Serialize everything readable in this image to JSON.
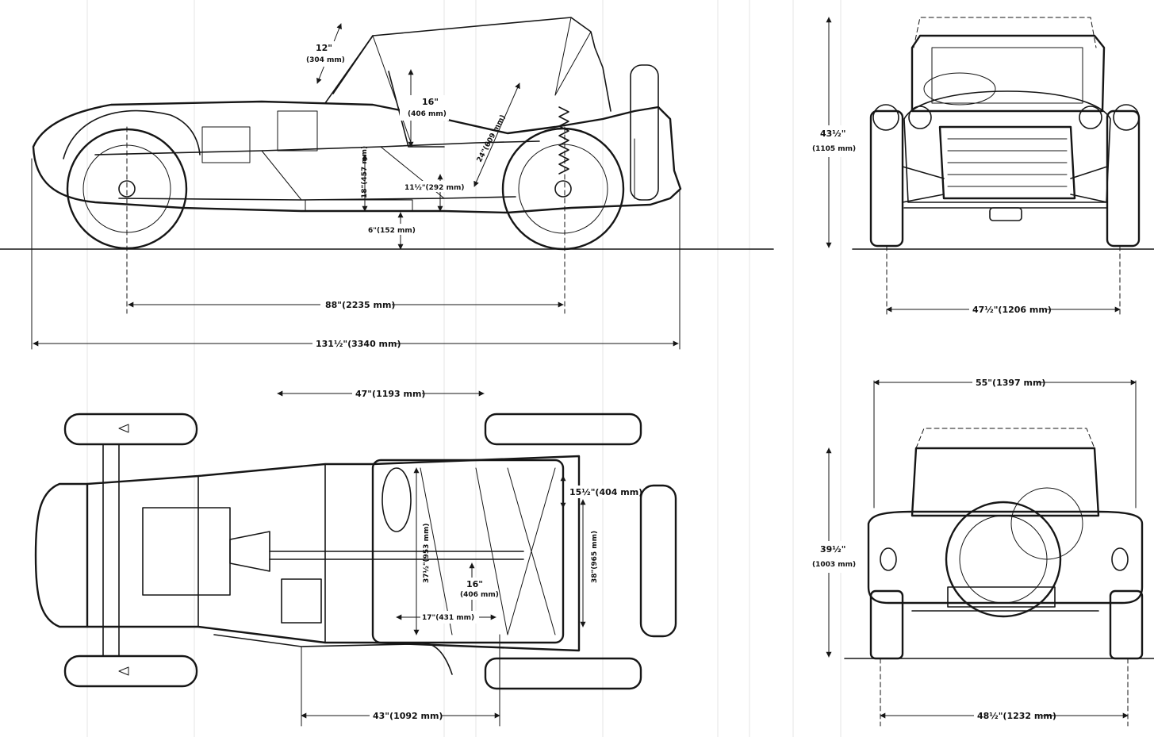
{
  "colors": {
    "ink": "#161616",
    "paper": "#ffffff",
    "bleed": "#d6d6d6"
  },
  "side_view": {
    "roof_height": "12\"",
    "roof_height_mm": "(304 mm)",
    "seat_height": "16\"",
    "seat_height_mm": "(406 mm)",
    "rear_diag": "24\"(609 mm)",
    "floor_height": "18\"(457 mm)",
    "sill_height": "11½\"(292 mm)",
    "ground_clearance": "6\"(152 mm)",
    "wheelbase": "88\"(2235 mm)",
    "overall_length": "131½\"(3340 mm)"
  },
  "front_view": {
    "height": "43½\"",
    "height_mm": "(1105 mm)",
    "track": "47½\"(1206 mm)"
  },
  "plan_view": {
    "cockpit_length": "47\"(1193 mm)",
    "rear_width": "15½\"(404 mm)",
    "seat_back": "37½\"(953 mm)",
    "rear_axle_width": "38\"(965 mm)",
    "seat_depth": "16\"",
    "seat_depth_mm": "(406 mm)",
    "seat_width": "17\"(431 mm)",
    "rear_overhang": "43\"(1092 mm)"
  },
  "rear_view": {
    "overall_width": "55\"(1397 mm)",
    "height": "39½\"",
    "height_mm": "(1003 mm)",
    "track": "48½\"(1232 mm)"
  }
}
